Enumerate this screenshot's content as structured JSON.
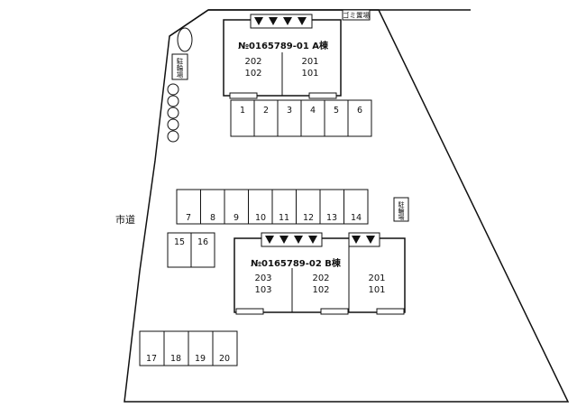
{
  "road_label": "市道",
  "building_a": {
    "title": "№0165789-01 A棟",
    "rooms": [
      {
        "upper": "202",
        "lower": "102"
      },
      {
        "upper": "201",
        "lower": "101"
      }
    ]
  },
  "building_b": {
    "title": "№0165789-02 B棟",
    "rooms": [
      {
        "upper": "203",
        "lower": "103"
      },
      {
        "upper": "202",
        "lower": "102"
      },
      {
        "upper": "201",
        "lower": "101"
      }
    ]
  },
  "bike_parking_a": "駐輪場",
  "bike_parking_b": "駐輪場",
  "garbage_area": "ゴミ置場",
  "parking": {
    "row_top": [
      "1",
      "2",
      "3",
      "4",
      "5",
      "6"
    ],
    "row_middle": [
      "7",
      "8",
      "9",
      "10",
      "11",
      "12",
      "13",
      "14"
    ],
    "pair": [
      "15",
      "16"
    ],
    "row_bottom": [
      "17",
      "18",
      "19",
      "20"
    ]
  }
}
